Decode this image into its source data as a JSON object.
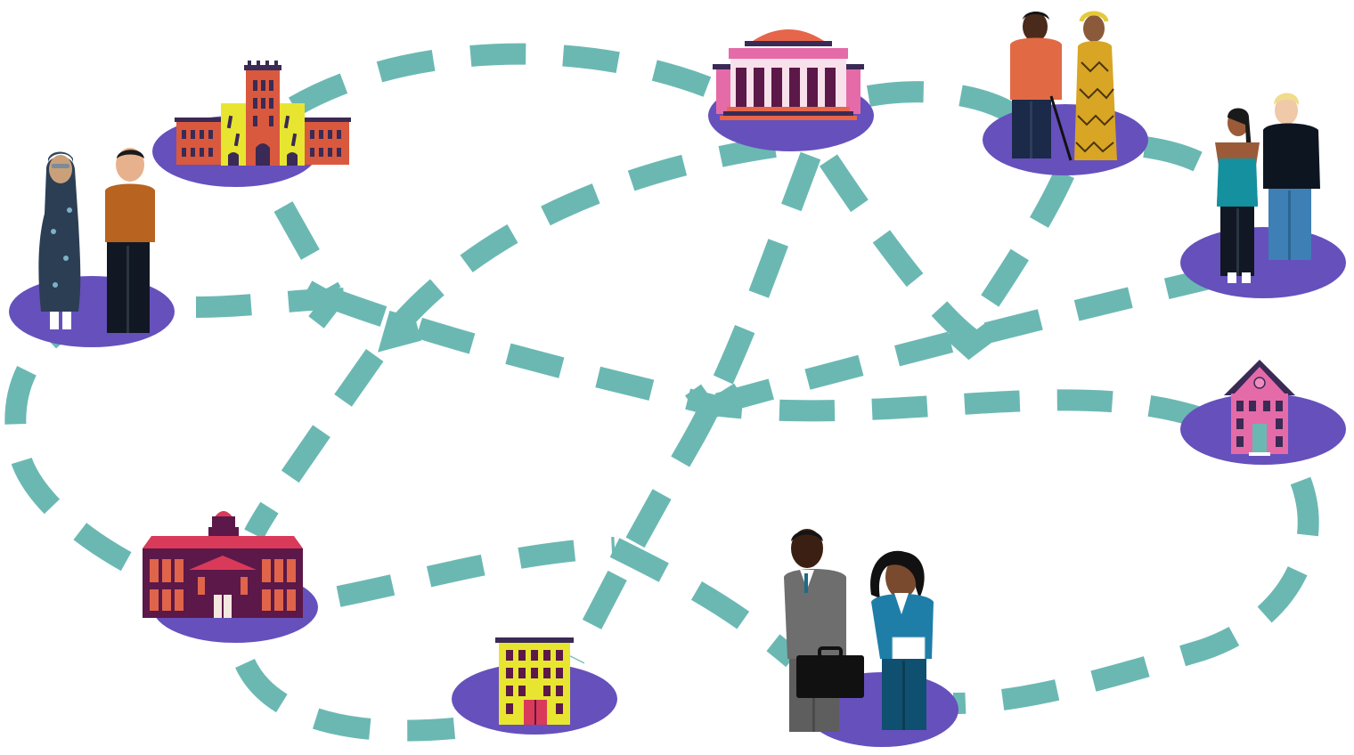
{
  "colors": {
    "path": "#6BB8B3",
    "platform": "#6650BC",
    "background": "#ffffff"
  },
  "nodes": [
    {
      "id": "community-elders",
      "kind": "people",
      "icon": "woman-in-headscarf-and-man-icon"
    },
    {
      "id": "college-campus",
      "kind": "building",
      "icon": "college-building-icon"
    },
    {
      "id": "museum",
      "kind": "building",
      "icon": "museum-building-icon"
    },
    {
      "id": "older-couple",
      "kind": "people",
      "icon": "older-man-with-cane-and-woman-icon"
    },
    {
      "id": "young-couple",
      "kind": "people",
      "icon": "young-couple-icon"
    },
    {
      "id": "house",
      "kind": "building",
      "icon": "pink-house-icon"
    },
    {
      "id": "town-hall",
      "kind": "building",
      "icon": "town-hall-building-icon"
    },
    {
      "id": "school",
      "kind": "building",
      "icon": "yellow-school-building-icon"
    },
    {
      "id": "professionals",
      "kind": "people",
      "icon": "business-people-icon"
    }
  ]
}
